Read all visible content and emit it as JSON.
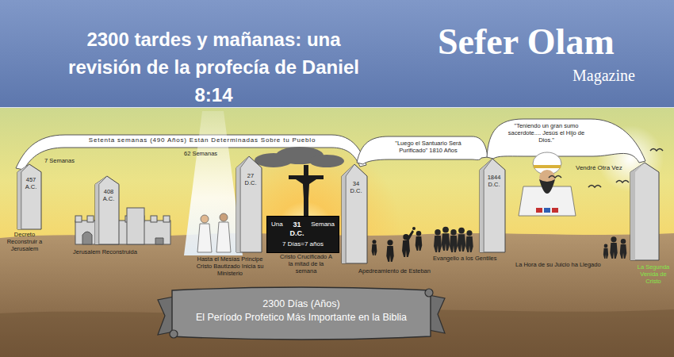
{
  "diagram": {
    "title": "2300 tardes y mañanas: una revisión de la profecía de Daniel 8:14",
    "nodes": [
      {
        "text": [
          "457 A.C."
        ]
      },
      {
        "text": [
          "408 A.C."
        ]
      },
      {
        "text": [
          "27 D.C."
        ]
      },
      {
        "text": [
          "Una",
          "31 D.C.",
          "Semana",
          "7 Días=7 años"
        ]
      },
      {
        "text": [
          "34 D.C."
        ]
      },
      {
        "text": [
          "1844 D.C."
        ]
      },
      {
        "text": [
          "2300 Días (Años)",
          "El Período Profetico Más Importante en la Biblia"
        ]
      }
    ],
    "labels": [
      "Sefer Olam",
      "Magazine",
      "Setenta semanas (490 Años) Están Determinadas Sobre tu Pueblo",
      "7 Semanas",
      "62 Semanas",
      "\"Luego el Santuario Será Purificado\" 1810 Años",
      "\"Teniendo un gran sumo sacerdote.... Jesús el Hijo de Dios.\"",
      "Vendré Otra Vez",
      "Decreto Reconstruir a Jerusalem",
      "Jerusalem Reconstruida",
      "Hasta el Mesías Principe Cristo Bautizado Inicia su Ministerio",
      "Cristo Crucificado A la mitad de la semana",
      "Apedreamiento de Esteban",
      "Evangelio a los Gentiles",
      "La Hora de su Juicio ha Llegado",
      "La Segunda Venida de Cristo"
    ]
  }
}
